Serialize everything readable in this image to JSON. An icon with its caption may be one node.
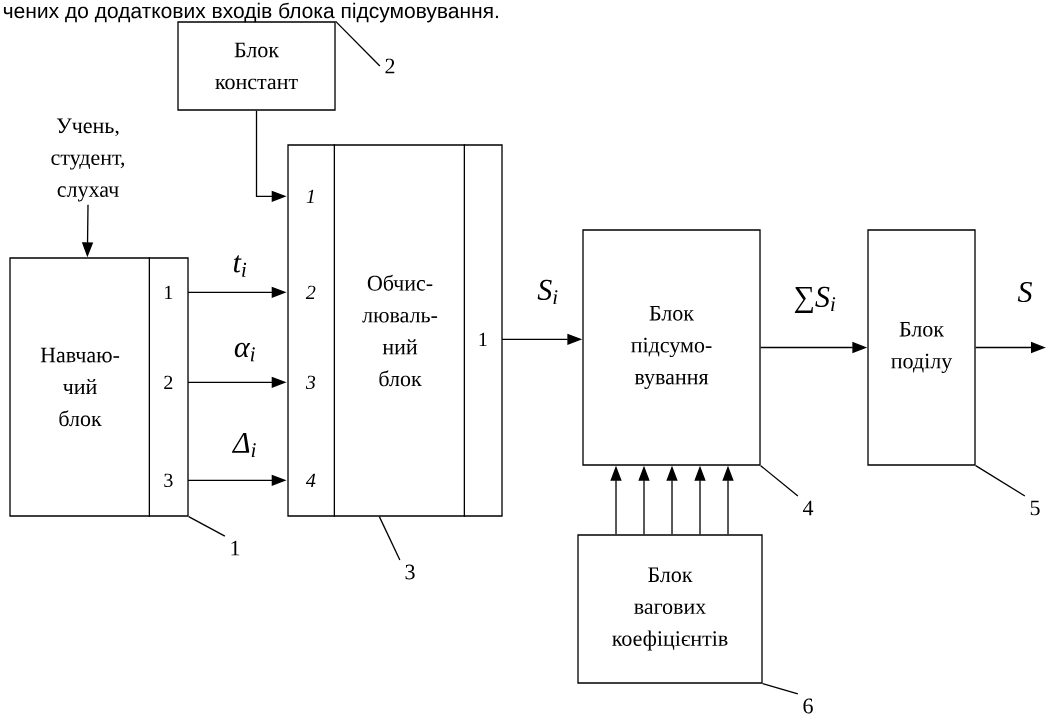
{
  "diagram": {
    "nodes": [
      {
        "text": [
          "Блок констант"
        ]
      },
      {
        "text": [
          "2"
        ]
      },
      {
        "text": [
          "Учень, студент, слухач"
        ]
      },
      {
        "text": [
          "Навчаю- чий блок"
        ]
      },
      {
        "text": [
          "1"
        ],
        "in": 3
      },
      {
        "text": [
          "2"
        ],
        "in": 3
      },
      {
        "text": [
          "3"
        ],
        "in": 3
      },
      {
        "text": [
          "Обчис- люваль- ний блок"
        ]
      },
      {
        "text": [
          "1"
        ],
        "in": 7
      },
      {
        "text": [
          "2"
        ],
        "in": 7
      },
      {
        "text": [
          "3"
        ],
        "in": 7
      },
      {
        "text": [
          "4"
        ],
        "in": 7
      },
      {
        "text": [
          "1"
        ],
        "in": 7
      },
      {
        "text": [
          "Блок підсумо- вування"
        ]
      },
      {
        "text": [
          "Блок поділу"
        ]
      },
      {
        "text": [
          "Блок вагових коефіцієнтів"
        ]
      },
      {
        "text": [
          "1"
        ]
      },
      {
        "text": [
          "3"
        ]
      },
      {
        "text": [
          "4"
        ]
      },
      {
        "text": [
          "5"
        ]
      },
      {
        "text": [
          "6"
        ]
      }
    ],
    "edges": [
      {
        "from": 0,
        "to": 8,
        "arrow": "to"
      },
      {
        "from": 2,
        "to": 3,
        "arrow": "to"
      },
      {
        "from": 4,
        "to": 9,
        "arrow": "to",
        "label": "t$_{i}$"
      },
      {
        "from": 5,
        "to": 10,
        "arrow": "to",
        "label": "α$_{i}$"
      },
      {
        "from": 6,
        "to": 11,
        "arrow": "to",
        "label": "Δ$_{i}$"
      },
      {
        "from": 12,
        "to": 13,
        "arrow": "to",
        "label": "S$_{i}$"
      },
      {
        "from": 13,
        "to": 14,
        "arrow": "to",
        "label": "∑S$_{i}$"
      },
      {
        "from": 14,
        "to": null,
        "arrow": "to",
        "label": "S"
      },
      {
        "from": 15,
        "to": 13,
        "arrow": "to"
      },
      {
        "from": 15,
        "to": 13,
        "arrow": "to"
      },
      {
        "from": 15,
        "to": 13,
        "arrow": "to"
      },
      {
        "from": 15,
        "to": 13,
        "arrow": "to"
      },
      {
        "from": 15,
        "to": 13,
        "arrow": "to"
      },
      {
        "from": 1,
        "to": 0,
        "arrow": "none"
      },
      {
        "from": 16,
        "to": 3,
        "arrow": "none"
      },
      {
        "from": 17,
        "to": 7,
        "arrow": "none"
      },
      {
        "from": 18,
        "to": 13,
        "arrow": "none"
      },
      {
        "from": 19,
        "to": 14,
        "arrow": "none"
      },
      {
        "from": 20,
        "to": 15,
        "arrow": "none"
      }
    ],
    "labels": [
      "чених до додаткових входів блока підсумовування."
    ]
  }
}
